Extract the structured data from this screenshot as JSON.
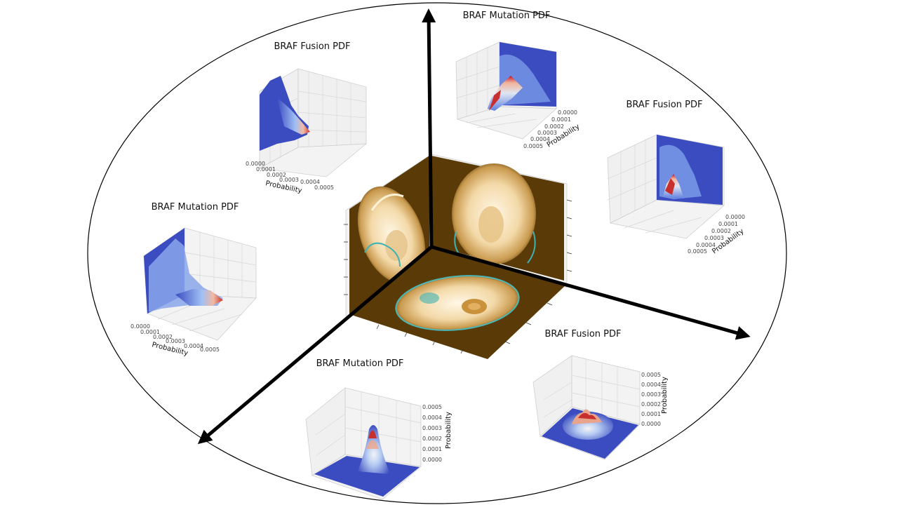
{
  "colors": {
    "axis_arrows": "#000000",
    "ellipse": "#000000",
    "surface_low": "#3b4cc0",
    "surface_mid": "#dddddd",
    "surface_high": "#b40426",
    "mri_background": "#5a3a06",
    "mri_tissue": "#f7e6c0"
  },
  "center_image": {
    "description_icon": "mri-brain-3d-slices-icon"
  },
  "plots": [
    {
      "id": "left-top",
      "title": "BRAF Fusion PDF",
      "axis_label": "Probability",
      "ticks": [
        "0.0000",
        "0.0001",
        "0.0002",
        "0.0003",
        "0.0004",
        "0.0005"
      ]
    },
    {
      "id": "top",
      "title": "BRAF Mutation PDF",
      "axis_label": "Probability",
      "ticks": [
        "0.0000",
        "0.0001",
        "0.0002",
        "0.0003",
        "0.0004",
        "0.0005"
      ]
    },
    {
      "id": "right",
      "title": "BRAF Fusion PDF",
      "axis_label": "Probability",
      "ticks": [
        "0.0000",
        "0.0001",
        "0.0002",
        "0.0003",
        "0.0004",
        "0.0005"
      ]
    },
    {
      "id": "left",
      "title": "BRAF Mutation PDF",
      "axis_label": "Probability",
      "ticks": [
        "0.0000",
        "0.0001",
        "0.0002",
        "0.0003",
        "0.0004",
        "0.0005"
      ]
    },
    {
      "id": "bottom",
      "title": "BRAF Mutation PDF",
      "axis_label": "Probability",
      "ticks": [
        "0.0005",
        "0.0004",
        "0.0003",
        "0.0002",
        "0.0001",
        "0.0000"
      ]
    },
    {
      "id": "bottom-right",
      "title": "BRAF Fusion PDF",
      "axis_label": "Probability",
      "ticks": [
        "0.0005",
        "0.0004",
        "0.0003",
        "0.0002",
        "0.0001",
        "0.0000"
      ]
    }
  ]
}
